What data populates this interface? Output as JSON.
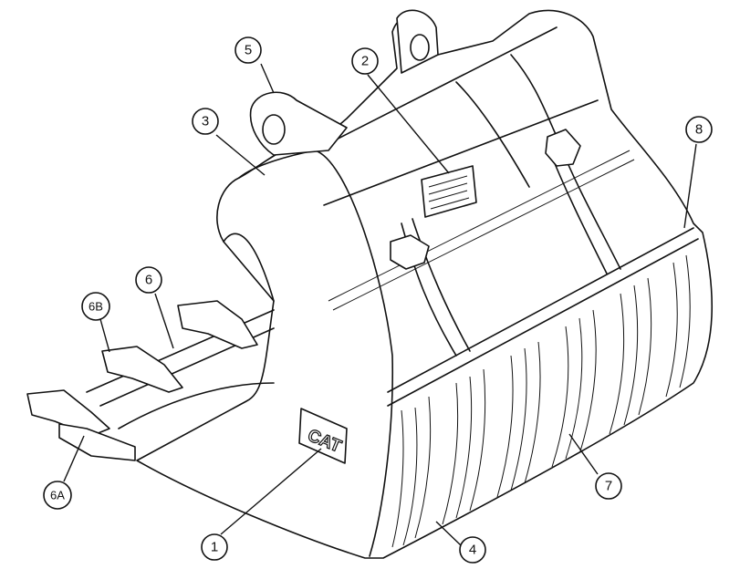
{
  "diagram": {
    "subject": "excavator bucket exploded parts diagram",
    "logo_text": "CAT",
    "callouts": [
      {
        "id": "1",
        "label": "1"
      },
      {
        "id": "2",
        "label": "2"
      },
      {
        "id": "3",
        "label": "3"
      },
      {
        "id": "4",
        "label": "4"
      },
      {
        "id": "5",
        "label": "5"
      },
      {
        "id": "6",
        "label": "6"
      },
      {
        "id": "6A",
        "label": "6A"
      },
      {
        "id": "6B",
        "label": "6B"
      },
      {
        "id": "7",
        "label": "7"
      },
      {
        "id": "8",
        "label": "8"
      }
    ]
  }
}
